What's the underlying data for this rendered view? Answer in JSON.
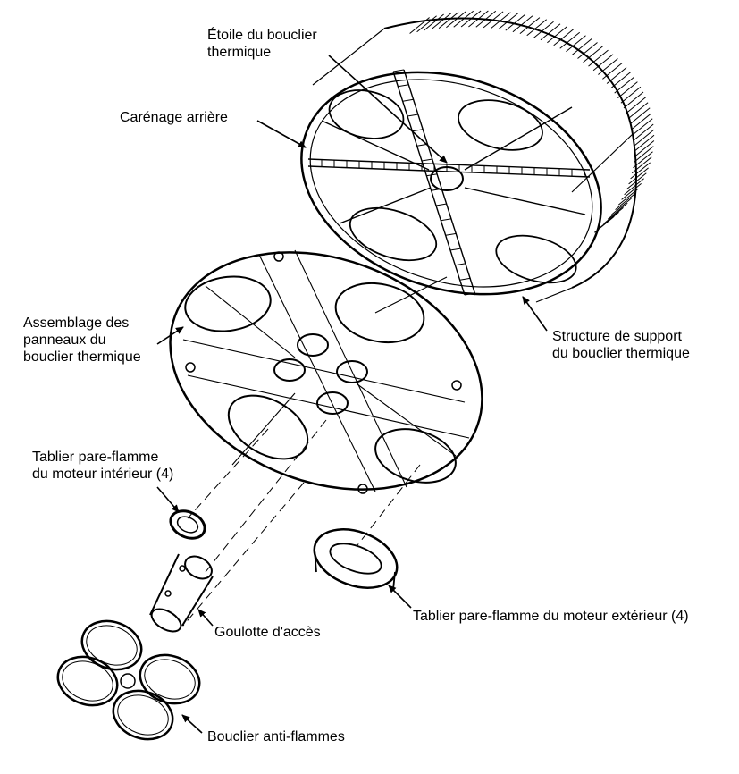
{
  "labels": {
    "etoile": [
      "Étoile du bouclier",
      "thermique"
    ],
    "carenage": [
      "Carénage arrière"
    ],
    "assemblage": [
      "Assemblage des",
      "panneaux du",
      "bouclier thermique"
    ],
    "structure": [
      "Structure de support",
      "du bouclier thermique"
    ],
    "tablier_interieur": [
      "Tablier pare-flamme",
      "du moteur intérieur (4)"
    ],
    "goulotte": [
      "Goulotte d'accès"
    ],
    "tablier_exterieur": [
      "Tablier pare-flamme du moteur extérieur (4)"
    ],
    "bouclier_anti": [
      "Bouclier anti-flammes"
    ]
  },
  "colors": {
    "ink": "#000000",
    "paper": "#ffffff"
  }
}
